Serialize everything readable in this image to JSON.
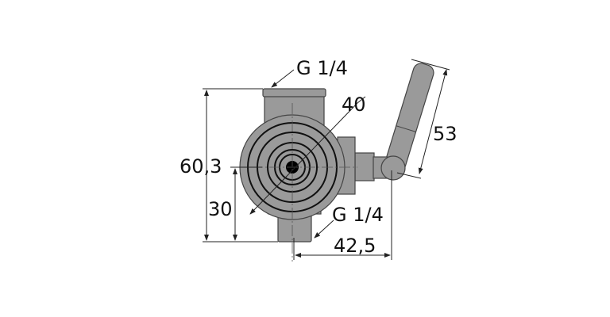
{
  "drawing": {
    "labels": {
      "thread_top": "G 1/4",
      "thread_bottom": "G 1/4",
      "diameter": "40",
      "total_height": "60,3",
      "center_height": "30",
      "width_to_handle": "42,5",
      "handle_length": "53"
    },
    "colors": {
      "body": "#9a9a9a",
      "line": "#222222"
    }
  }
}
